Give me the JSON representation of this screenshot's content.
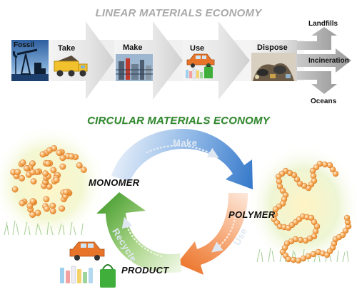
{
  "linear": {
    "title": "LINEAR MATERIALS ECONOMY",
    "source_label": "Fossil",
    "steps": [
      "Take",
      "Make",
      "Use",
      "Dispose"
    ],
    "outcomes": [
      "Landfills",
      "Incineration",
      "Oceans"
    ]
  },
  "circular": {
    "title": "CIRCULAR MATERIALS ECONOMY",
    "stages": {
      "monomer": "MONOMER",
      "polymer": "POLYMER",
      "product": "PRODUCT"
    },
    "transitions": {
      "make": "Make",
      "use": "Use",
      "recycle": "Recycle"
    }
  },
  "colors": {
    "linear_title": "#a9a9a9",
    "circular_title": "#2f8a2c",
    "make_arrow": "#2f74c8",
    "use_arrow": "#ee7a2e",
    "recycle_arrow": "#5aaa3c",
    "bead": "#f5a04a"
  }
}
